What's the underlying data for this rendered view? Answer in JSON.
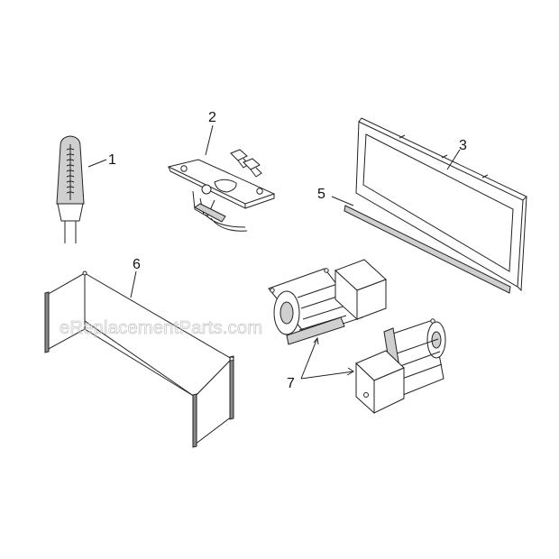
{
  "watermark": "eReplacementParts.com",
  "callouts": {
    "part1": "1",
    "part2": "2",
    "part3": "3",
    "part5": "5",
    "part6": "6",
    "part7": "7"
  },
  "colors": {
    "line": "#222222",
    "shade": "#cfcfcf",
    "watermark": "#c9c9c9"
  }
}
